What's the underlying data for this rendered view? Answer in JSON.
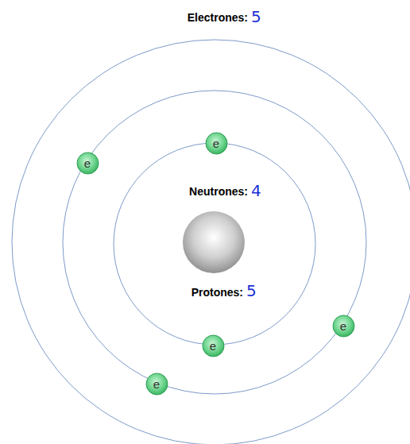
{
  "diagram": {
    "nodes": [
      {
        "text": [
          "e"
        ]
      },
      {
        "text": [
          "e"
        ]
      },
      {
        "text": [
          "e"
        ]
      },
      {
        "text": [
          "e"
        ]
      },
      {
        "text": [
          "e"
        ]
      }
    ],
    "labels": [
      "Electrones:",
      "5",
      "Neutrones:",
      "4",
      "Protones:",
      "5"
    ]
  }
}
